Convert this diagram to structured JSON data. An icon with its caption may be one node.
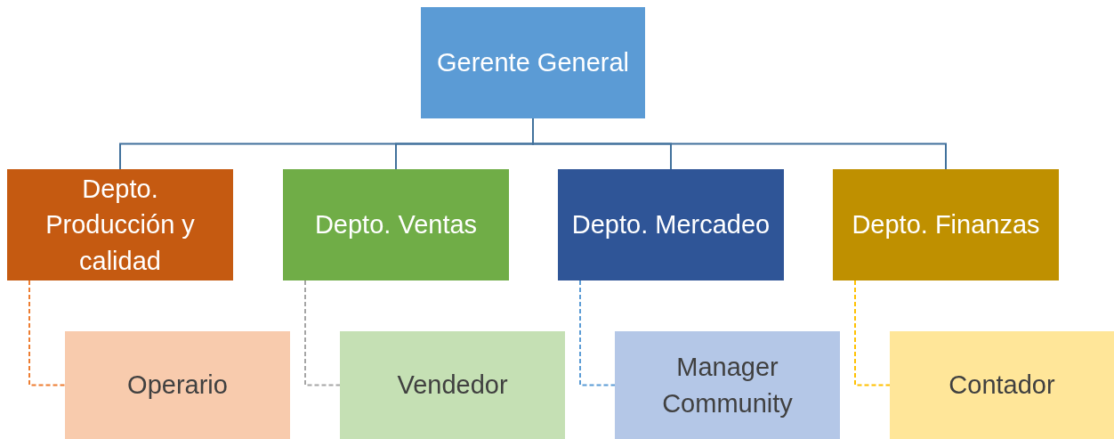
{
  "diagram": {
    "nodes": [
      {
        "text": [
          "Gerente General"
        ]
      },
      {
        "text": [
          "Depto. Producción y calidad"
        ]
      },
      {
        "text": [
          "Depto. Ventas"
        ]
      },
      {
        "text": [
          "Depto. Mercadeo"
        ]
      },
      {
        "text": [
          "Depto. Finanzas"
        ]
      },
      {
        "text": [
          "Operario"
        ]
      },
      {
        "text": [
          "Vendedor"
        ]
      },
      {
        "text": [
          "Manager Community"
        ]
      },
      {
        "text": [
          "Contador"
        ]
      }
    ],
    "edges": [
      {
        "from": 0,
        "to": 1,
        "arrow": "none"
      },
      {
        "from": 0,
        "to": 2,
        "arrow": "none"
      },
      {
        "from": 0,
        "to": 3,
        "arrow": "none"
      },
      {
        "from": 0,
        "to": 4,
        "arrow": "none"
      },
      {
        "from": 1,
        "to": 5,
        "arrow": "none",
        "style": "dashed",
        "color": "#ed7d31"
      },
      {
        "from": 2,
        "to": 6,
        "arrow": "none",
        "style": "dashed",
        "color": "#a5a5a5"
      },
      {
        "from": 3,
        "to": 7,
        "arrow": "none",
        "style": "dashed",
        "color": "#5b9bd5"
      },
      {
        "from": 4,
        "to": 8,
        "arrow": "none",
        "style": "dashed",
        "color": "#ffc000"
      }
    ]
  }
}
